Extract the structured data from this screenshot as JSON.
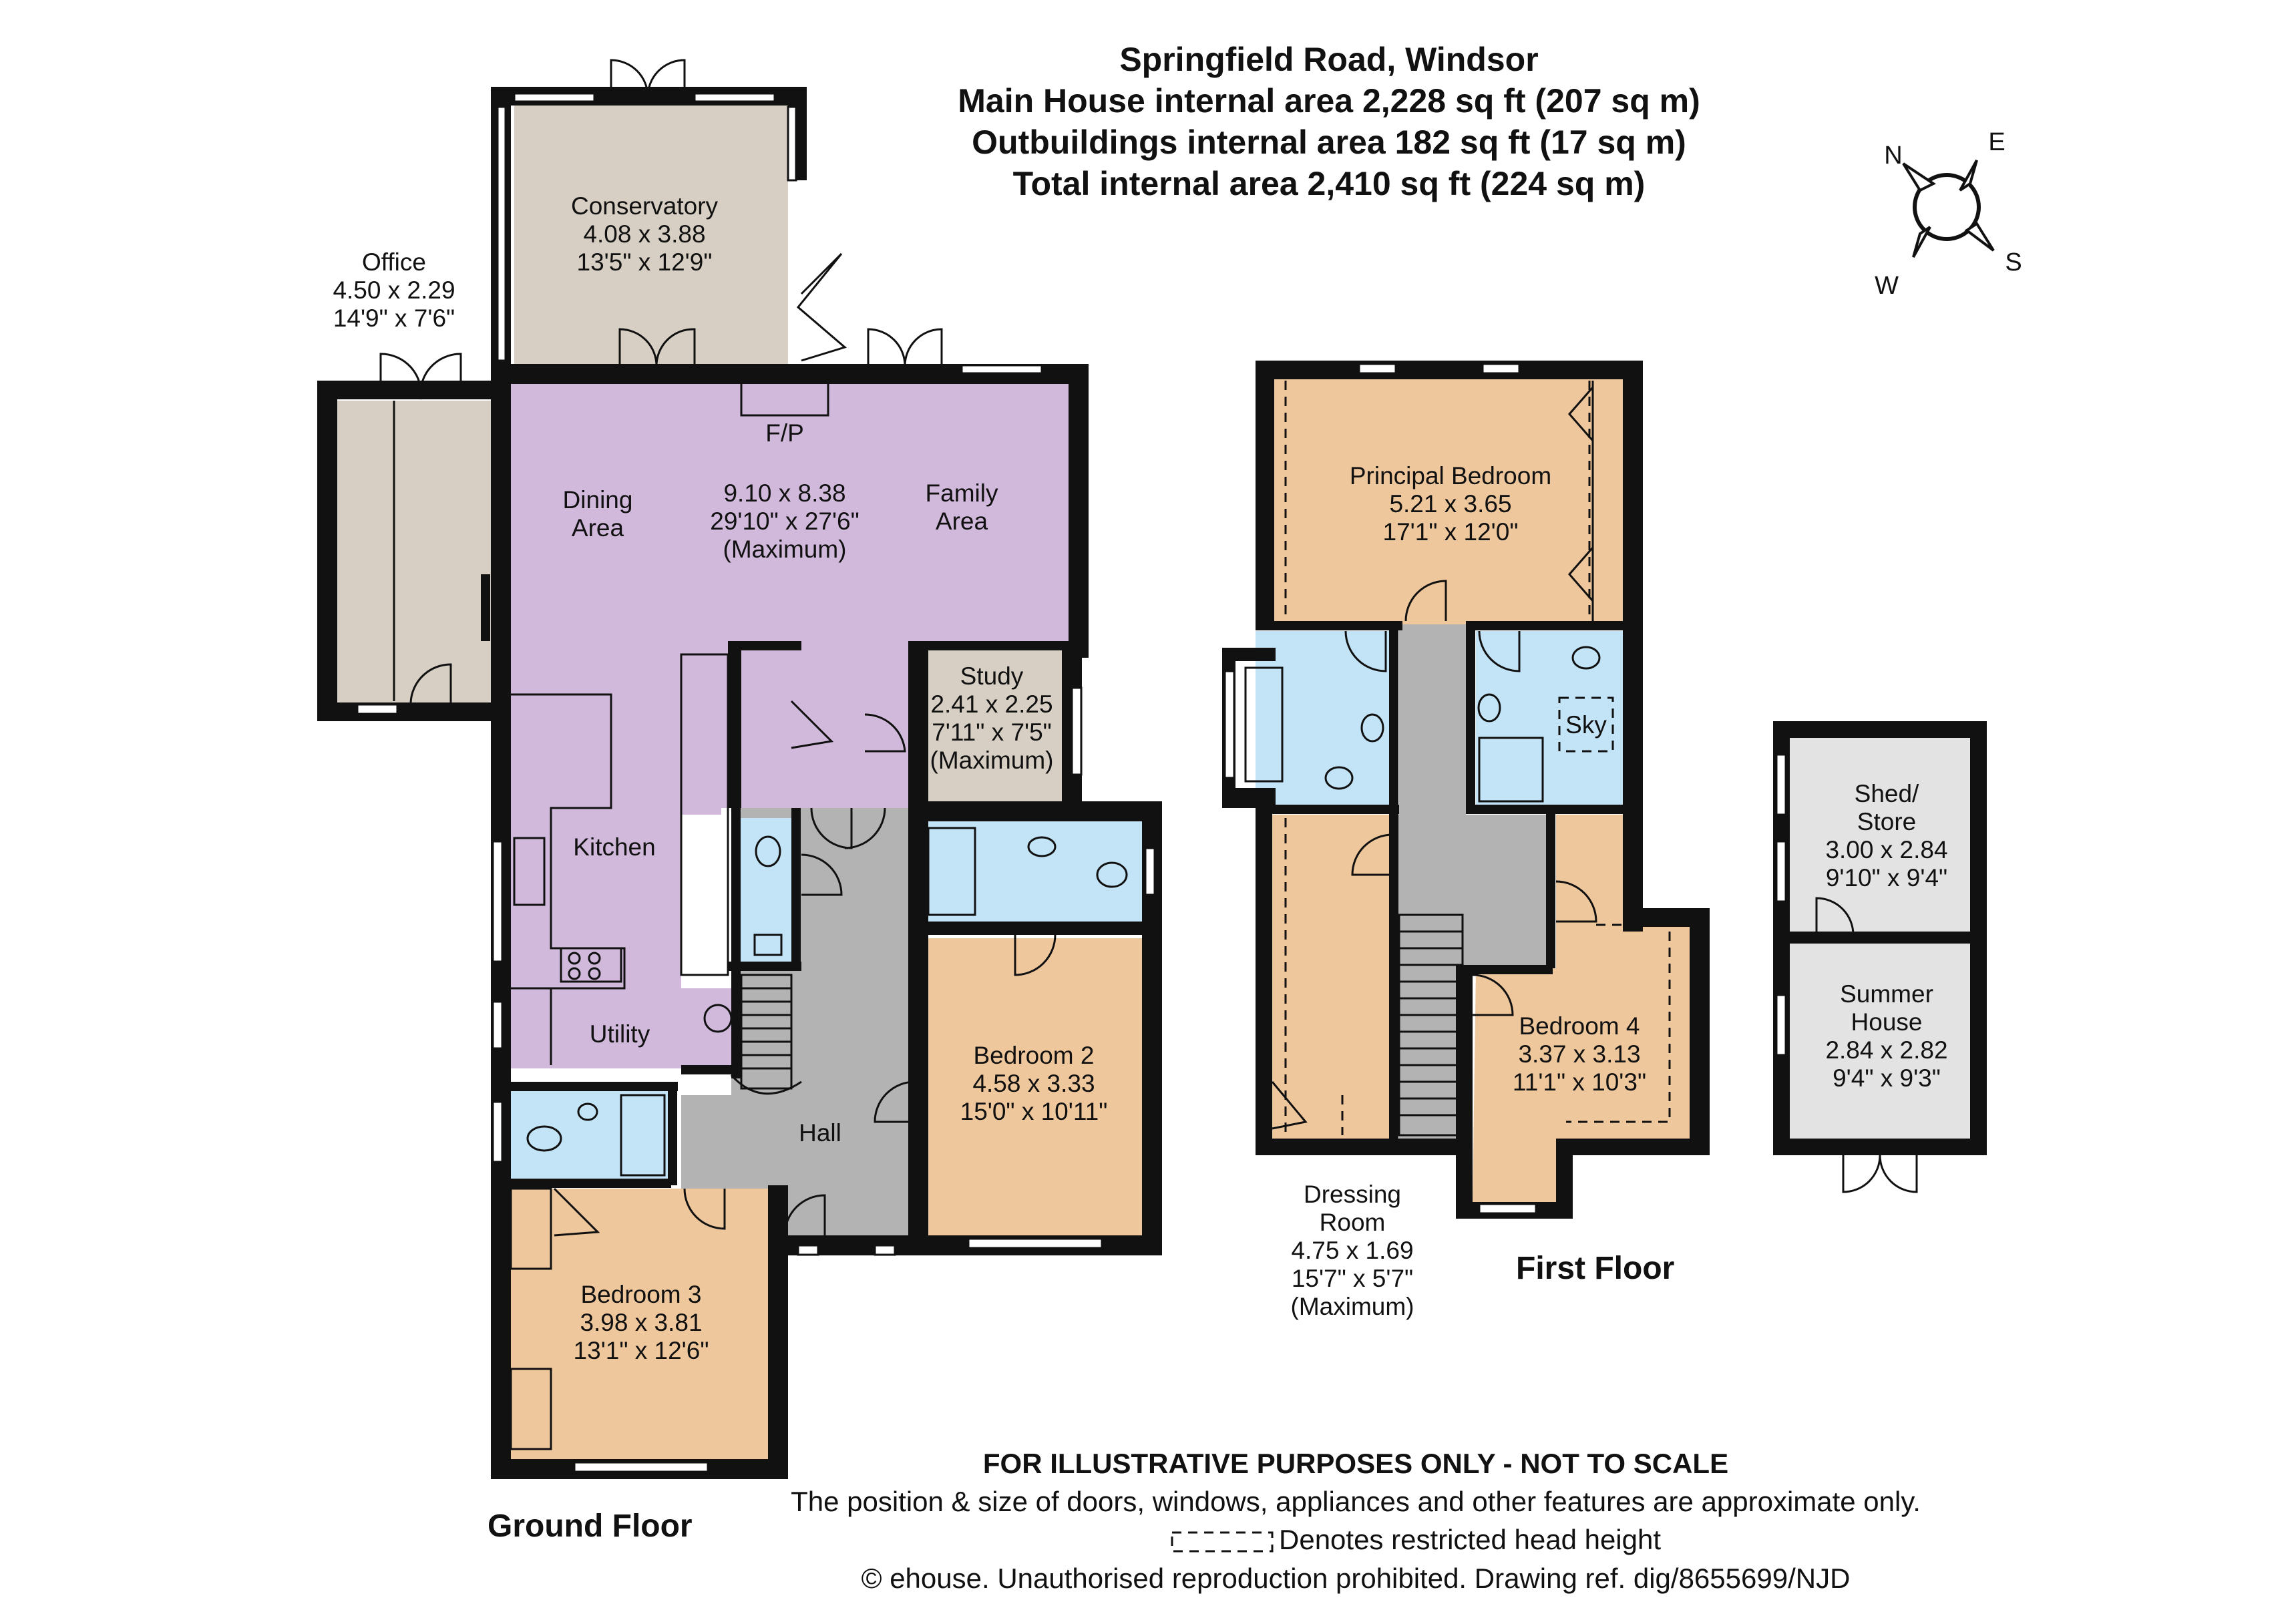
{
  "header": {
    "title": "Springfield Road, Windsor",
    "line_main": "Main House internal area 2,228 sq ft (207 sq m)",
    "line_out": "Outbuildings internal area 182 sq ft (17 sq m)",
    "line_total": "Total internal area 2,410 sq ft (224 sq m)"
  },
  "compass": {
    "n": "N",
    "e": "E",
    "s": "S",
    "w": "W"
  },
  "rooms": {
    "conservatory": {
      "name": "Conservatory",
      "metric": "4.08 x 3.88",
      "imperial": "13'5\" x 12'9\""
    },
    "office": {
      "name": "Office",
      "metric": "4.50 x 2.29",
      "imperial": "14'9\" x 7'6\""
    },
    "fp": "F/P",
    "dining": {
      "l1": "Dining",
      "l2": "Area"
    },
    "main_room": {
      "metric": "9.10 x 8.38",
      "imperial": "29'10\" x 27'6\"",
      "note": "(Maximum)"
    },
    "family": {
      "l1": "Family",
      "l2": "Area"
    },
    "study": {
      "name": "Study",
      "metric": "2.41 x 2.25",
      "imperial": "7'11\" x 7'5\"",
      "note": "(Maximum)"
    },
    "kitchen": "Kitchen",
    "utility": "Utility",
    "hall": "Hall",
    "bedroom2": {
      "name": "Bedroom 2",
      "metric": "4.58 x 3.33",
      "imperial": "15'0\" x 10'11\""
    },
    "bedroom3": {
      "name": "Bedroom 3",
      "metric": "3.98 x 3.81",
      "imperial": "13'1\" x 12'6\""
    },
    "principal": {
      "name": "Principal Bedroom",
      "metric": "5.21 x 3.65",
      "imperial": "17'1\" x 12'0\""
    },
    "sky": "Sky",
    "bedroom4": {
      "name": "Bedroom 4",
      "metric": "3.37 x 3.13",
      "imperial": "11'1\" x 10'3\""
    },
    "dressing": {
      "l1": "Dressing",
      "l2": "Room",
      "metric": "4.75 x 1.69",
      "imperial": "15'7\" x 5'7\"",
      "note": "(Maximum)"
    },
    "shed": {
      "l1": "Shed/",
      "l2": "Store",
      "metric": "3.00 x 2.84",
      "imperial": "9'10\" x 9'4\""
    },
    "summer": {
      "l1": "Summer",
      "l2": "House",
      "metric": "2.84 x 2.82",
      "imperial": "9'4\" x 9'3\""
    }
  },
  "floors": {
    "ground": "Ground Floor",
    "first": "First Floor"
  },
  "footer": {
    "disclaimer": "FOR ILLUSTRATIVE PURPOSES ONLY - NOT TO SCALE",
    "note": "The position & size of doors, windows, appliances and other features are approximate only.",
    "legend": "Denotes restricted head height",
    "copyright": "© ehouse. Unauthorised reproduction prohibited. Drawing ref. dig/8655699/NJD"
  },
  "colors": {
    "living": "#d1b9dc",
    "bedroom": "#efc79c",
    "bathroom": "#c3e3f6",
    "circulation": "#b3b3b3",
    "outbuilding": "#d7cfc3",
    "store": "#e3e3e3",
    "wall": "#111111"
  }
}
